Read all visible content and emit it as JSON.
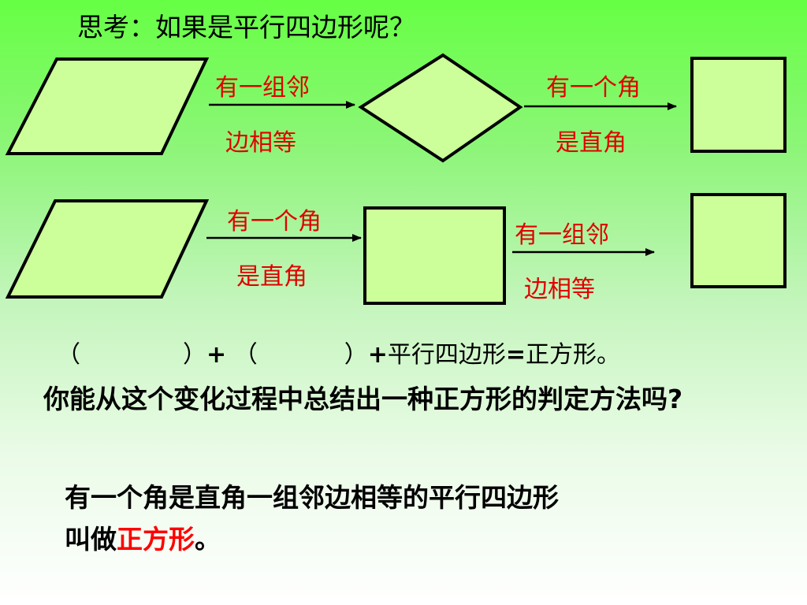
{
  "question": "思考：如果是平行四边形呢？",
  "row1": {
    "arrow1_top": "有一组邻",
    "arrow1_bottom": "边相等",
    "arrow2_top": "有一个角",
    "arrow2_bottom": "是直角"
  },
  "row2": {
    "arrow1_top": "有一个角",
    "arrow1_bottom": "是直角",
    "arrow2_top": "有一组邻",
    "arrow2_bottom": "边相等"
  },
  "formula": {
    "blank1_open": "（",
    "blank1_close": "）",
    "plus1": "+",
    "blank2_open": "（",
    "blank2_close": "）",
    "plus2": "+",
    "text1": "平行四边形",
    "equals": "=",
    "text2": "正方形。"
  },
  "ask": "你能从这个变化过程中总结出一种正方形的判定方法吗?",
  "answer": {
    "line1": "有一个角是直角一组邻边相等的平行四边形",
    "prefix": "叫做",
    "highlight": "正方形",
    "suffix": "。"
  },
  "colors": {
    "highlight": "#ff0000",
    "shape_fill": "#ccff99",
    "stroke": "#000000"
  }
}
